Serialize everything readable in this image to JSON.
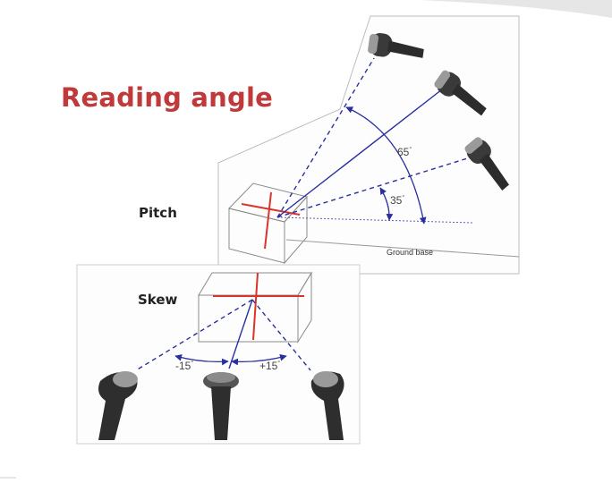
{
  "title": "Reading angle",
  "pitch_label": "Pitch",
  "skew_label": "Skew",
  "pitch_angle_large": "65",
  "pitch_angle_small": "35",
  "skew_angle_left": "-15",
  "skew_angle_right": "+15",
  "degree_mark": "°",
  "ground_label": "Ground base",
  "colors": {
    "title": "#c0393b",
    "beam": "#2a2fa0",
    "crosshair": "#d9342b",
    "outline": "#888888"
  }
}
